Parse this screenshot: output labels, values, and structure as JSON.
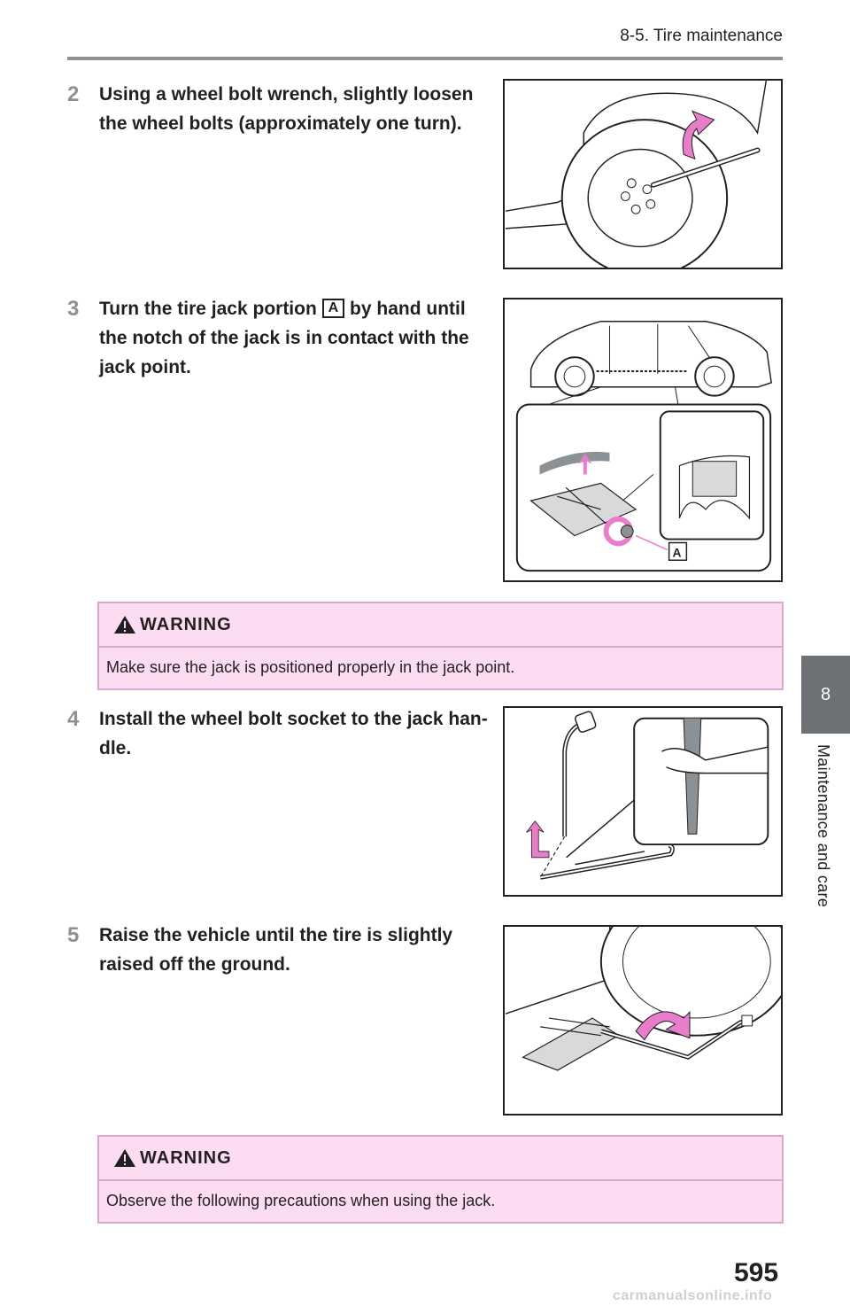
{
  "header": {
    "section_title": "8-5. Tire maintenance"
  },
  "side_tab": {
    "chapter_number": "8",
    "chapter_title": "Maintenance and care"
  },
  "steps": [
    {
      "number": "2",
      "text": "Using a wheel bolt wrench, slightly loosen the wheel bolts (approximately one turn)."
    },
    {
      "number": "3",
      "text_before": "Turn the tire jack portion",
      "tag": "A",
      "text_after": "by hand until the notch of the jack is in contact with the jack point."
    },
    {
      "number": "4",
      "text": "Install the wheel bolt socket to the jack han-dle."
    },
    {
      "number": "5",
      "text": "Raise the vehicle until the tire is slightly raised off the ground."
    }
  ],
  "figures": {
    "jack_callout_label": "A"
  },
  "warnings": [
    {
      "title": "WARNING",
      "body": "Make sure the jack is positioned properly in the jack point."
    },
    {
      "title": "WARNING",
      "body": "Observe the following precautions when using the jack."
    }
  ],
  "page_number": "595",
  "watermark": "carmanualsonline.info",
  "colors": {
    "accent_pink": "#e87ec9",
    "warning_bg": "#fcdcf3",
    "tab_gray": "#6d7176"
  }
}
